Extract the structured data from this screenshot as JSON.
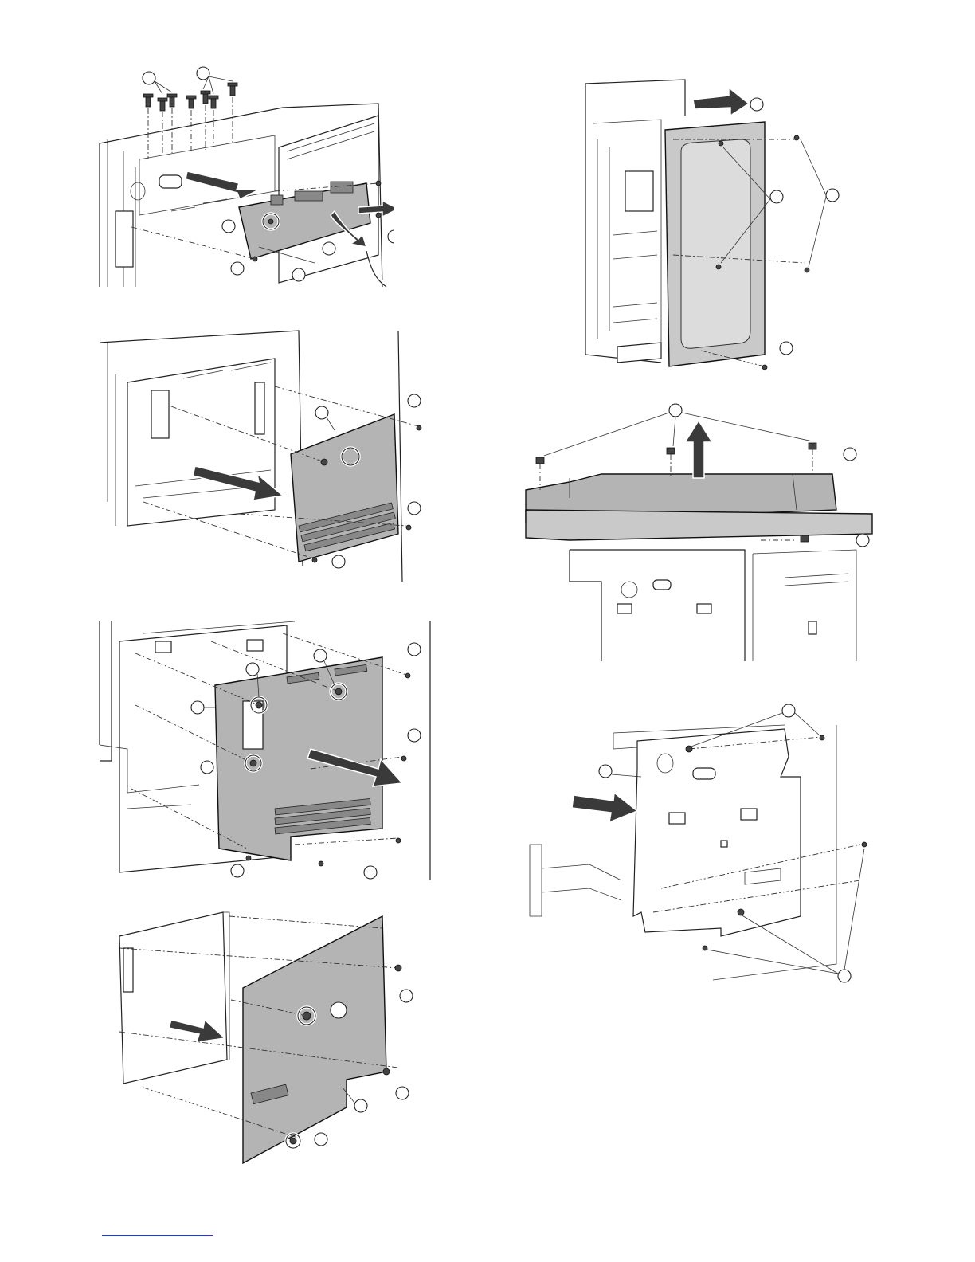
{
  "figures": [
    {
      "id": "fig-1",
      "desc_name": "connector-board-removal"
    },
    {
      "id": "fig-2",
      "desc_name": "board-removal-2"
    },
    {
      "id": "fig-3",
      "desc_name": "main-board-removal"
    },
    {
      "id": "fig-4",
      "desc_name": "board-bracket-separation"
    },
    {
      "id": "fig-5",
      "desc_name": "rear-cover-removal"
    },
    {
      "id": "fig-6",
      "desc_name": "top-cover-removal"
    },
    {
      "id": "fig-7",
      "desc_name": "frame-unit-removal"
    }
  ],
  "colors": {
    "panel": "#b4b4b4",
    "line": "#222222",
    "arrow": "#3a3a3a",
    "footer_rule": "#2a3f9c"
  },
  "icons": [
    "screw-icon",
    "arrow-icon",
    "callout-circle"
  ]
}
